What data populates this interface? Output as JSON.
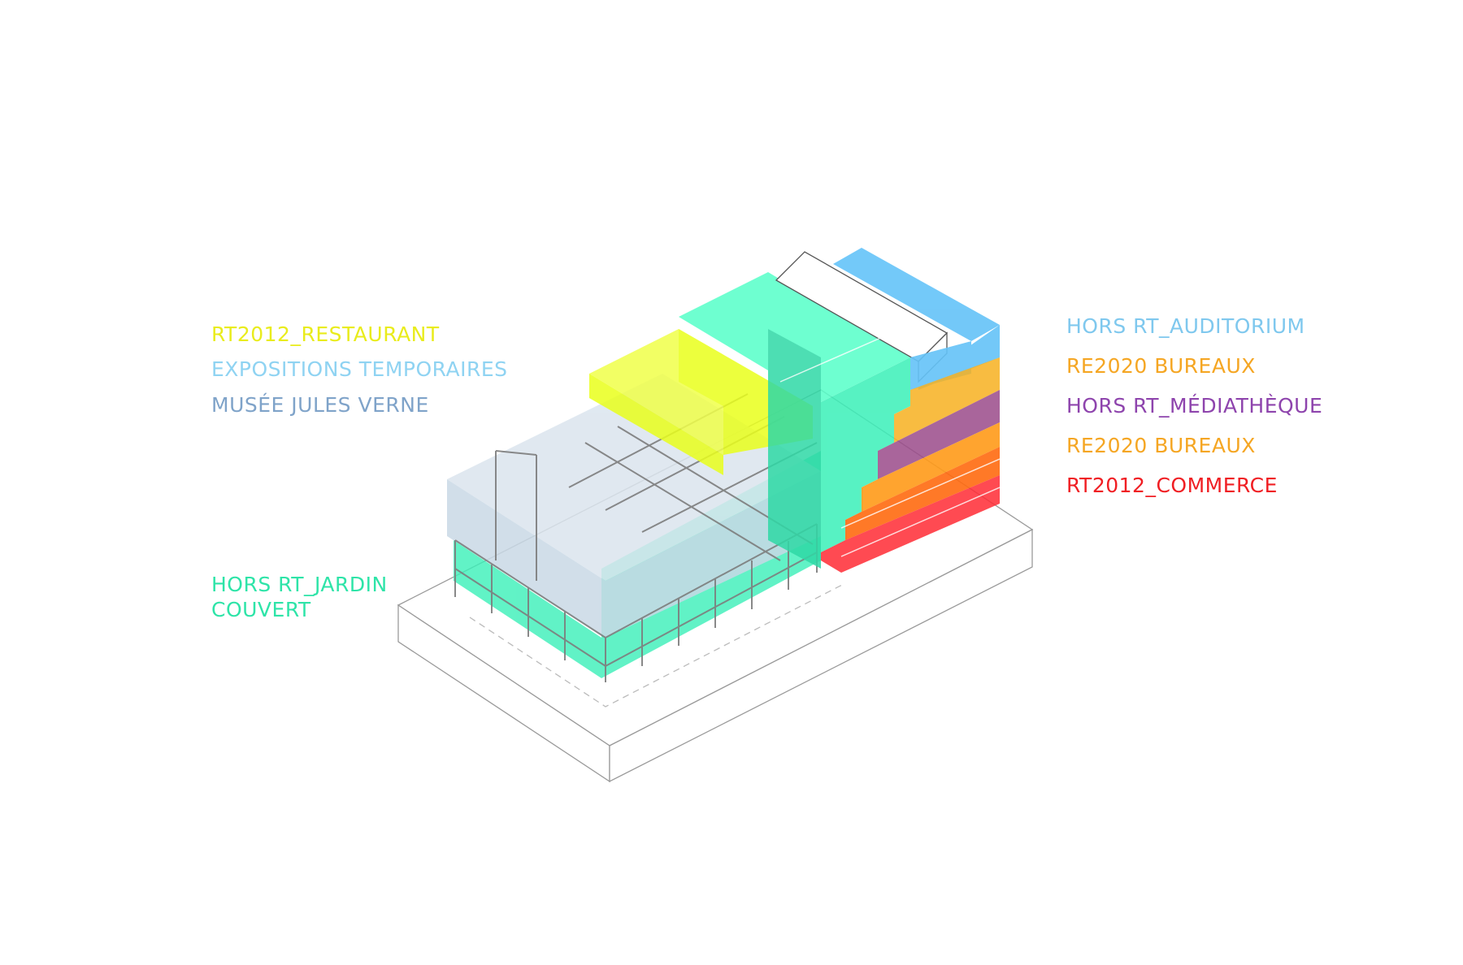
{
  "labels_left": [
    {
      "id": "restaurant",
      "text": "RT2012_RESTAURANT",
      "color": "#e9ec1c"
    },
    {
      "id": "expositions",
      "text": "EXPOSITIONS TEMPORAIRES",
      "color": "#8fd3f2"
    },
    {
      "id": "musee",
      "text": "MUSÉE JULES VERNE",
      "color": "#7fa3c9"
    },
    {
      "id": "jardin_1",
      "text": "HORS RT_JARDIN",
      "color": "#2ee4a8"
    },
    {
      "id": "jardin_2",
      "text": "COUVERT",
      "color": "#2ee4a8"
    }
  ],
  "labels_right": [
    {
      "id": "auditorium",
      "text": "HORS RT_AUDITORIUM",
      "color": "#7fc8ee"
    },
    {
      "id": "bureaux_1",
      "text": "RE2020 BUREAUX",
      "color": "#f5a623"
    },
    {
      "id": "mediatheque",
      "text": "HORS RT_MÉDIATHÈQUE",
      "color": "#8e44ad"
    },
    {
      "id": "bureaux_2",
      "text": "RE2020 BUREAUX",
      "color": "#f5a623"
    },
    {
      "id": "commerce",
      "text": "RT2012_COMMERCE",
      "color": "#f01e23"
    }
  ],
  "colors": {
    "restaurant": "#e9ff1c",
    "expositions": "#c9d9e6",
    "jardin": "#3af0b8",
    "auditorium": "#64c3f8",
    "bureaux": "#f7b020",
    "mediatheque": "#9a4a8a",
    "bureaux_lower": "#ff6a10",
    "commerce": "#ff2a34",
    "outline": "#8a8a8a"
  }
}
